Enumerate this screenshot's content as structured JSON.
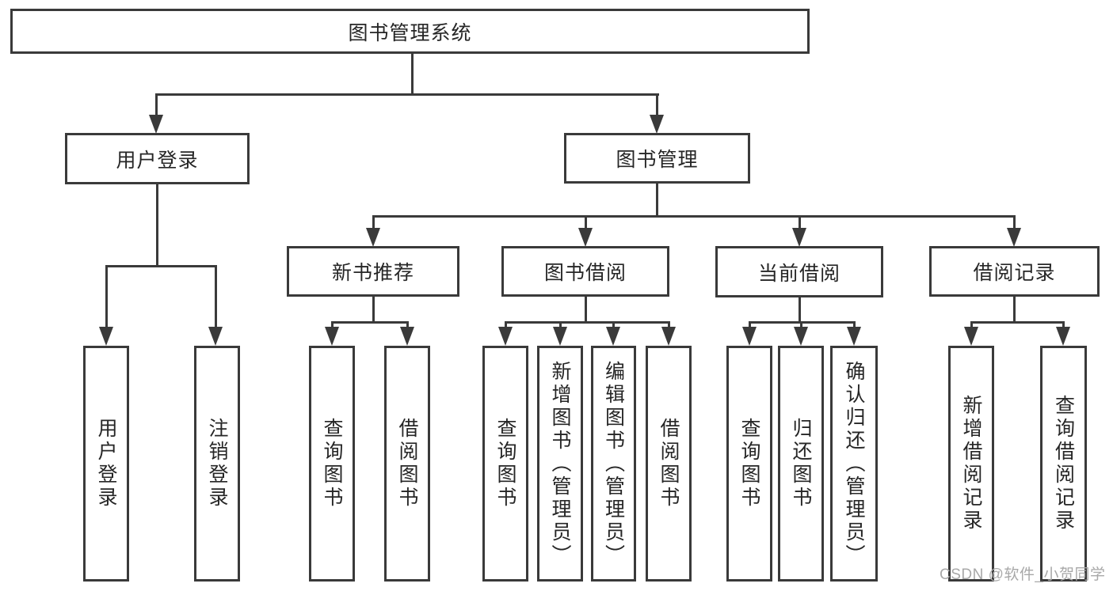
{
  "tree": {
    "label": "图书管理系统",
    "children": [
      {
        "label": "用户登录",
        "children": [
          {
            "label": "用户登录"
          },
          {
            "label": "注销登录"
          }
        ]
      },
      {
        "label": "图书管理",
        "children": [
          {
            "label": "新书推荐",
            "children": [
              {
                "label": "查询图书"
              },
              {
                "label": "借阅图书"
              }
            ]
          },
          {
            "label": "图书借阅",
            "children": [
              {
                "label": "查询图书"
              },
              {
                "label": "新增图书（管理员）"
              },
              {
                "label": "编辑图书（管理员）"
              },
              {
                "label": "借阅图书"
              }
            ]
          },
          {
            "label": "当前借阅",
            "children": [
              {
                "label": "查询图书"
              },
              {
                "label": "归还图书"
              },
              {
                "label": "确认归还（管理员）"
              }
            ]
          },
          {
            "label": "借阅记录",
            "children": [
              {
                "label": "新增借阅记录"
              },
              {
                "label": "查询借阅记录"
              }
            ]
          }
        ]
      }
    ]
  },
  "watermark": {
    "text": "CSDN @软件_小贺同学"
  },
  "colors": {
    "background": "#ffffff",
    "line": "#3a3a3a",
    "text": "#262626",
    "watermark": "#a8a8a8"
  }
}
